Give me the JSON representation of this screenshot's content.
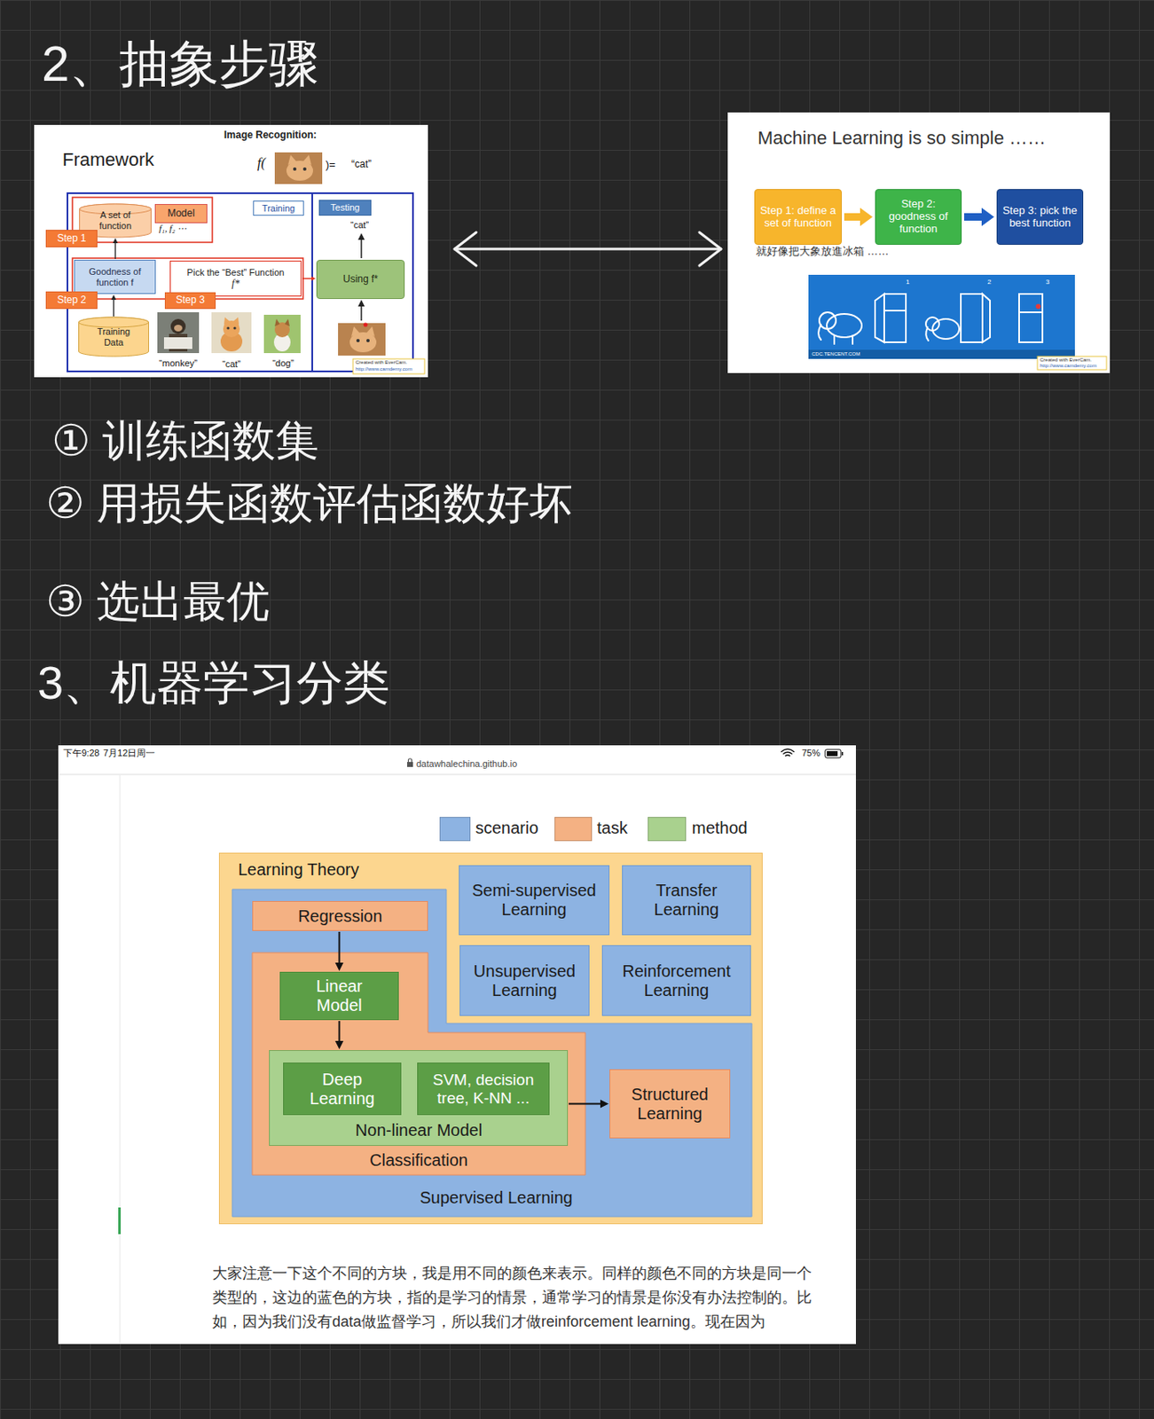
{
  "diagram": {
    "nodes": [
      {
        "text": [
          "Framework",
          "Image Recognition:"
        ]
      },
      {
        "text": [
          "A set of function"
        ],
        "in": 0
      },
      {
        "text": [
          "Model"
        ],
        "in": 0
      },
      {
        "text": [
          "Training"
        ],
        "in": 0
      },
      {
        "text": [
          "Testing"
        ],
        "in": 0
      },
      {
        "text": [
          "Step 1"
        ],
        "in": 0
      },
      {
        "text": [
          "Goodness of function f"
        ],
        "in": 0
      },
      {
        "text": [
          "Pick the “Best” Function",
          "f*"
        ],
        "in": 0
      },
      {
        "text": [
          "Using f*"
        ],
        "in": 0
      },
      {
        "text": [
          "Step 2"
        ],
        "in": 0
      },
      {
        "text": [
          "Step 3"
        ],
        "in": 0
      },
      {
        "text": [
          "Training Data"
        ],
        "in": 0
      },
      {
        "text": [
          "Machine Learning is so simple ……",
          "就好像把大象放進冰箱 ……"
        ]
      },
      {
        "text": [
          "Step 1: define a set of function"
        ],
        "in": 12
      },
      {
        "text": [
          "Step 2: goodness of function"
        ],
        "in": 12
      },
      {
        "text": [
          "Step 3: pick the best function"
        ],
        "in": 12
      },
      {
        "text": [
          "Learning Theory"
        ]
      },
      {
        "text": [
          "Supervised Learning"
        ],
        "in": 16
      },
      {
        "text": [
          "Regression"
        ],
        "in": 17
      },
      {
        "text": [
          "Classification"
        ],
        "in": 17
      },
      {
        "text": [
          "Linear Model"
        ],
        "in": 19
      },
      {
        "text": [
          "Non-linear Model"
        ],
        "in": 19
      },
      {
        "text": [
          "Deep Learning"
        ],
        "in": 21
      },
      {
        "text": [
          "SVM, decision tree, K-NN ..."
        ],
        "in": 21
      },
      {
        "text": [
          "Structured Learning"
        ],
        "in": 17
      },
      {
        "text": [
          "Semi-supervised Learning"
        ],
        "in": 16
      },
      {
        "text": [
          "Transfer Learning"
        ],
        "in": 16
      },
      {
        "text": [
          "Unsupervised Learning"
        ],
        "in": 16
      },
      {
        "text": [
          "Reinforcement Learning"
        ],
        "in": 16
      }
    ],
    "edges": [
      {
        "from": 11,
        "to": 6,
        "arrow": "to"
      },
      {
        "from": 6,
        "to": 1,
        "arrow": "to"
      },
      {
        "from": 7,
        "to": 8,
        "arrow": "to"
      },
      {
        "from": 0,
        "to": 12,
        "arrow": "both"
      },
      {
        "from": 13,
        "to": 14,
        "arrow": "to"
      },
      {
        "from": 14,
        "to": 15,
        "arrow": "to"
      },
      {
        "from": 18,
        "to": 20,
        "arrow": "to"
      },
      {
        "from": 20,
        "to": 21,
        "arrow": "to"
      },
      {
        "from": 21,
        "to": 24,
        "arrow": "to"
      }
    ],
    "labels": [
      "2、抽象步骤",
      "① 训练函数集",
      "② 用损失函数评估函数好坏",
      "③ 选出最优",
      "3、机器学习分类",
      "f(",
      ")=",
      "“cat”",
      "f₁, f₂ ⋯",
      "“cat”",
      "“monkey”",
      "“cat”",
      "“dog”",
      "Created with EverCam.",
      "http://www.camdemy.com",
      "1",
      "2",
      "3",
      "CDC.TENCENT.COM",
      "Created with EverCam.",
      "http://www.camdemy.com",
      "下午9:28",
      "7月12日周一",
      "datawhalechina.github.io",
      "75%",
      "大家注意一下这个不同的方块，我是用不同的颜色来表示。同样的颜色不同的方块是同一个类型的，这边的蓝色的方块，指的是学习的情景，通常学习的情景是你没有办法控制的。比如，因为我们没有data做监督学习，所以我们才做reinforcement learning。现在因为"
    ],
    "legend": [
      {
        "text": "scenario",
        "color": "#8db3e2"
      },
      {
        "text": "task",
        "color": "#f4b183"
      },
      {
        "text": "method",
        "color": "#a9d18e"
      }
    ]
  }
}
